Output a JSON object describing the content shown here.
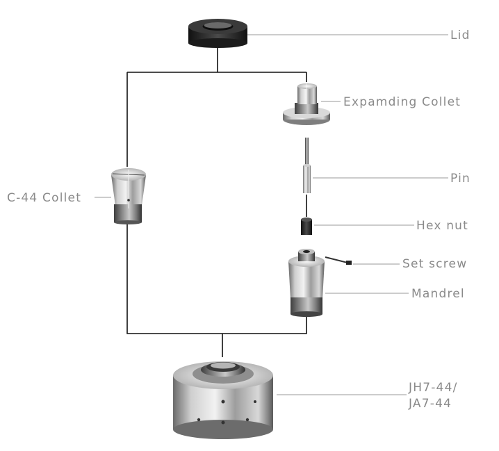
{
  "labels": {
    "lid": "Lid",
    "expanding_collet": "Expamding Collet",
    "pin": "Pin",
    "hex_nut": "Hex nut",
    "set_screw": "Set screw",
    "mandrel": "Mandrel",
    "c44_collet": "C-44 Collet",
    "base_line1": "JH7-44/",
    "base_line2": "JA7-44"
  },
  "colors": {
    "label_text": "#8a8a8a",
    "leader_line": "#9a9a9a",
    "frame_line": "#111111",
    "metal_light": "#e6e6e6",
    "metal_dark": "#555555",
    "rubber": "#2a2a2a"
  }
}
